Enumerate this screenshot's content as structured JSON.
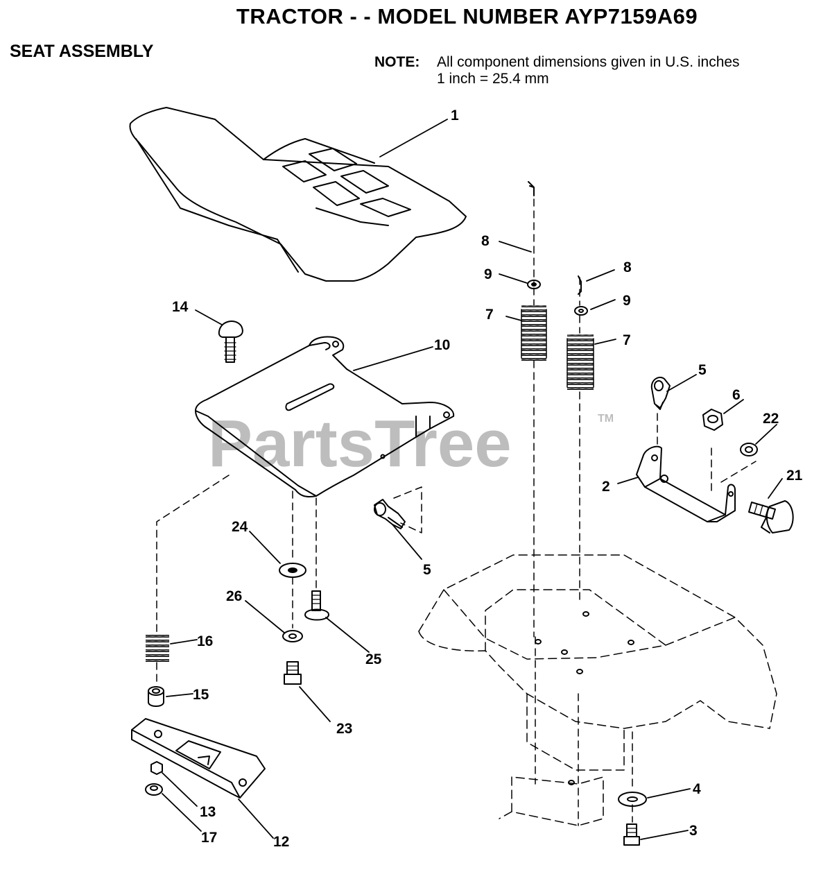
{
  "header": {
    "title": "TRACTOR - - MODEL NUMBER AYP7159A69",
    "subtitle": "SEAT ASSEMBLY",
    "note_label": "NOTE:",
    "note_line1": "All component dimensions given in U.S. inches",
    "note_line2": "1 inch = 25.4 mm"
  },
  "watermark": {
    "text": "PartsTree",
    "tm": "TM"
  },
  "callouts": [
    {
      "id": "c1",
      "label": "1"
    },
    {
      "id": "c8a",
      "label": "8"
    },
    {
      "id": "c8b",
      "label": "8"
    },
    {
      "id": "c9a",
      "label": "9"
    },
    {
      "id": "c9b",
      "label": "9"
    },
    {
      "id": "c7a",
      "label": "7"
    },
    {
      "id": "c7b",
      "label": "7"
    },
    {
      "id": "c14",
      "label": "14"
    },
    {
      "id": "c10",
      "label": "10"
    },
    {
      "id": "c5a",
      "label": "5"
    },
    {
      "id": "c5b",
      "label": "5"
    },
    {
      "id": "c6",
      "label": "6"
    },
    {
      "id": "c22",
      "label": "22"
    },
    {
      "id": "c2",
      "label": "2"
    },
    {
      "id": "c21",
      "label": "21"
    },
    {
      "id": "c24",
      "label": "24"
    },
    {
      "id": "c26",
      "label": "26"
    },
    {
      "id": "c25",
      "label": "25"
    },
    {
      "id": "c16",
      "label": "16"
    },
    {
      "id": "c15",
      "label": "15"
    },
    {
      "id": "c23",
      "label": "23"
    },
    {
      "id": "c13",
      "label": "13"
    },
    {
      "id": "c17",
      "label": "17"
    },
    {
      "id": "c12",
      "label": "12"
    },
    {
      "id": "c4",
      "label": "4"
    },
    {
      "id": "c3",
      "label": "3"
    }
  ]
}
